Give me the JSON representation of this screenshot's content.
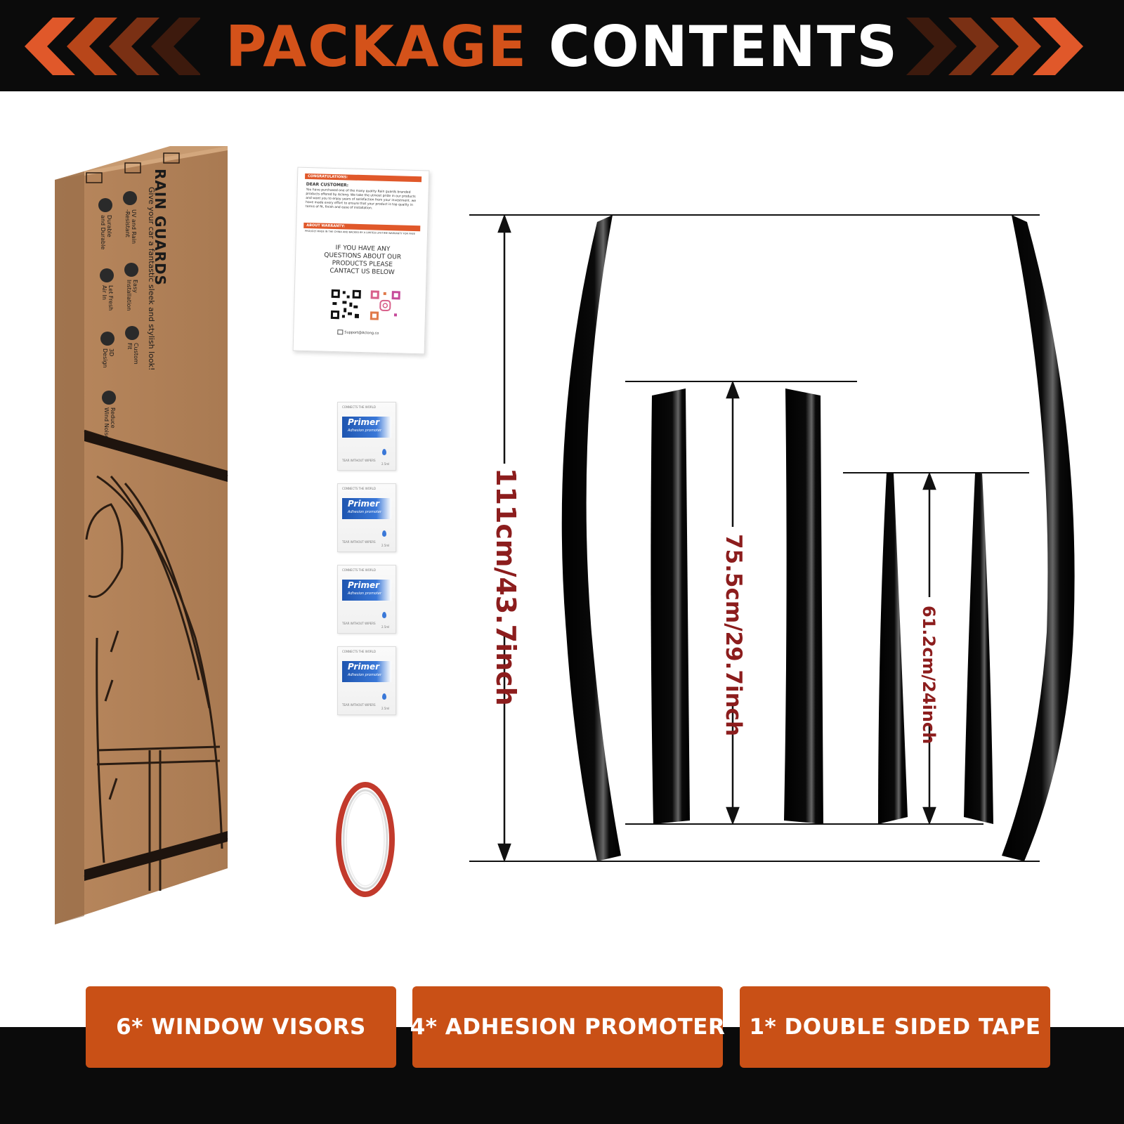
{
  "header": {
    "title_accent": "PACKAGE",
    "title_main": "CONTENTS"
  },
  "box": {
    "title": "RAIN GUARDS",
    "subtitle": "Give your car a fantastic sleek and stylish look!",
    "features": [
      "Durable\nand Durable",
      "UV and Rain\n-Resistant",
      "Let Fresh\nAir In",
      "Easy\nInstallation",
      "3D\nDesign",
      "Custom\nFit",
      "Reduce\nWind Noise"
    ]
  },
  "card": {
    "congrats_label": "CONGRATULATIONS:",
    "dear": "DEAR CUSTOMER:",
    "body": "You have purchased one of the many quality Rain guards branded products offered by Aclong. We take the utmost pride in our products and want you to enjoy years of satisfaction from your investment. we have made every effort to ensure that your product is top quality in terms of fit, finish and ease of installation.",
    "warranty_label": "ABOUT WARRANTY:",
    "warranty_text": "PROUDLY MADE IN THE CHINA AND BACKED BY A LIMITED LIFETIME WARRANTY FOR FREE",
    "question": "IF YOU HAVE ANY QUESTIONS ABOUT OUR PRODUCTS PLEASE CANTACT US BELOW",
    "email": "Support@Aclong.co"
  },
  "sachet": {
    "top_text": "CONNECTS THE WORLD",
    "title": "Primer",
    "subtitle": "Adhesion promoter",
    "bottom_text": "TEAR WITHOUT WIPERS",
    "volume": "2.5ml",
    "count": 4
  },
  "dimensions": {
    "front": "111cm/43.7inch",
    "rear": "75.5cm/29.7inch",
    "small": "61.2cm/24inch"
  },
  "labels": [
    "6* WINDOW VISORS",
    "4* ADHESION PROMOTER",
    "1* DOUBLE SIDED TAPE"
  ],
  "colors": {
    "accent": "#d4521a",
    "label_bg": "#c95016",
    "bar": "#0b0b0b",
    "dimension_text": "#8c1d1d",
    "box": "#b5855b"
  }
}
